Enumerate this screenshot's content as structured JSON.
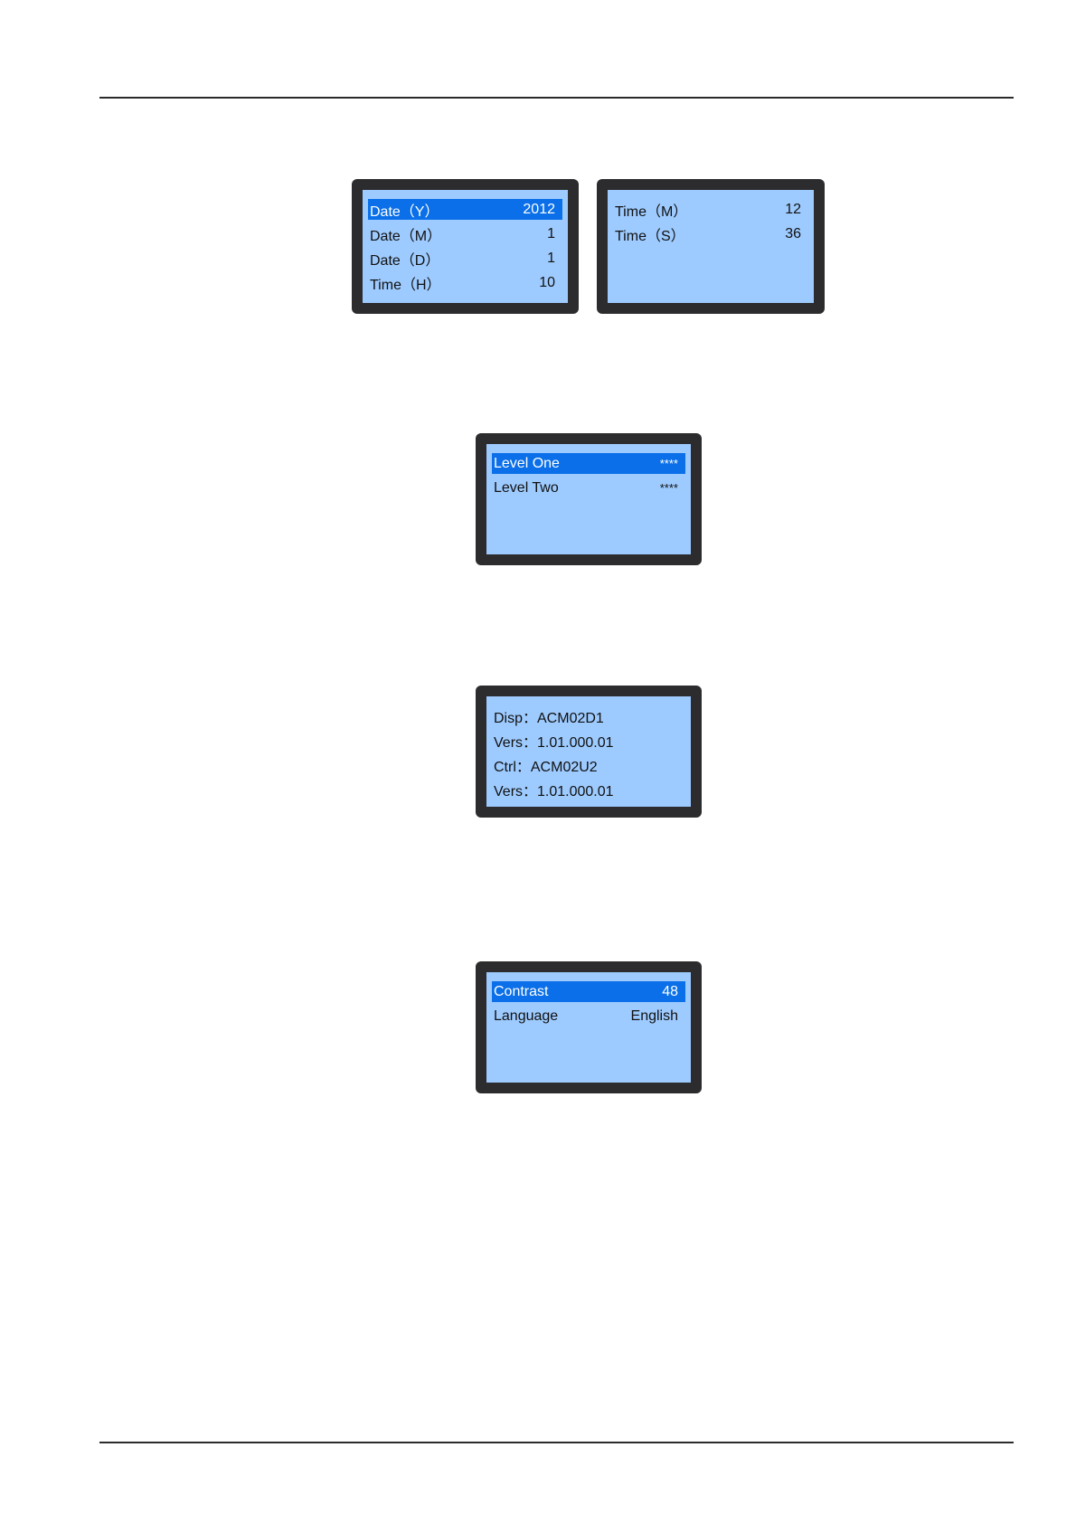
{
  "datetime_panel_1": {
    "rows": [
      {
        "label": "Date（Y）",
        "value": "2012",
        "selected": true
      },
      {
        "label": "Date（M）",
        "value": "1",
        "selected": false
      },
      {
        "label": "Date（D）",
        "value": "1",
        "selected": false
      },
      {
        "label": "Time（H）",
        "value": "10",
        "selected": false
      }
    ]
  },
  "datetime_panel_2": {
    "rows": [
      {
        "label": "Time（M）",
        "value": "12"
      },
      {
        "label": "Time（S）",
        "value": "36"
      }
    ]
  },
  "password_panel": {
    "rows": [
      {
        "label": "Level One",
        "value": "****",
        "selected": true
      },
      {
        "label": "Level Two",
        "value": "****",
        "selected": false
      }
    ]
  },
  "version_panel": {
    "lines": [
      "Disp：ACM02D1",
      "Vers：1.01.000.01",
      "Ctrl：ACM02U2",
      "Vers：1.01.000.01"
    ]
  },
  "settings_panel": {
    "rows": [
      {
        "label": "Contrast",
        "value": "48",
        "selected": true
      },
      {
        "label": "Language",
        "value": "English",
        "selected": false
      }
    ]
  },
  "colors": {
    "lcd_frame": "#2c2c2e",
    "lcd_screen": "#9ecbff",
    "selection": "#0a6fe8"
  }
}
